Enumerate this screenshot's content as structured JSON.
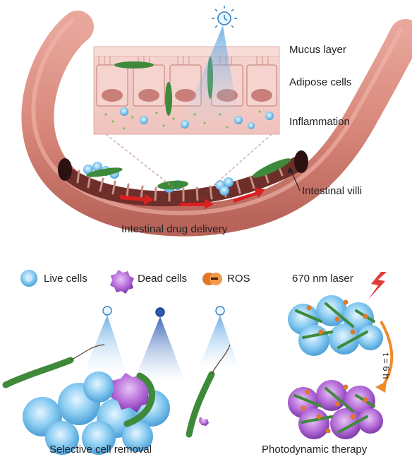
{
  "labels": {
    "mucus_layer": "Mucus layer",
    "adipose_cells": "Adipose cells",
    "inflammation": "Inflammation",
    "intestinal_villi": "Intestinal villi",
    "intestinal_drug_delivery": "Intestinal drug delivery",
    "selective_cell_removal": "Selective cell removal",
    "photodynamic_therapy": "Photodynamic therapy",
    "laser": "670 nm laser",
    "time": "t = 6 h"
  },
  "legend": {
    "live_cells": "Live cells",
    "dead_cells": "Dead cells",
    "ros": "ROS"
  },
  "colors": {
    "intestine": "#d9897c",
    "intestine_dark": "#b8645a",
    "tissue": "#f2c9c4",
    "tissue_nucleus": "#c77f78",
    "mucus": "#f7dcd8",
    "live_cell": "#7fc4ee",
    "dead_cell": "#b36ad6",
    "bacteria": "#3e8a3a",
    "ros": "#e0782a",
    "flow_arrow": "#d92020",
    "time_arrow": "#f08a2a",
    "laser_bolt": "#e23b3b",
    "light_beam": "#4aa6e6"
  }
}
